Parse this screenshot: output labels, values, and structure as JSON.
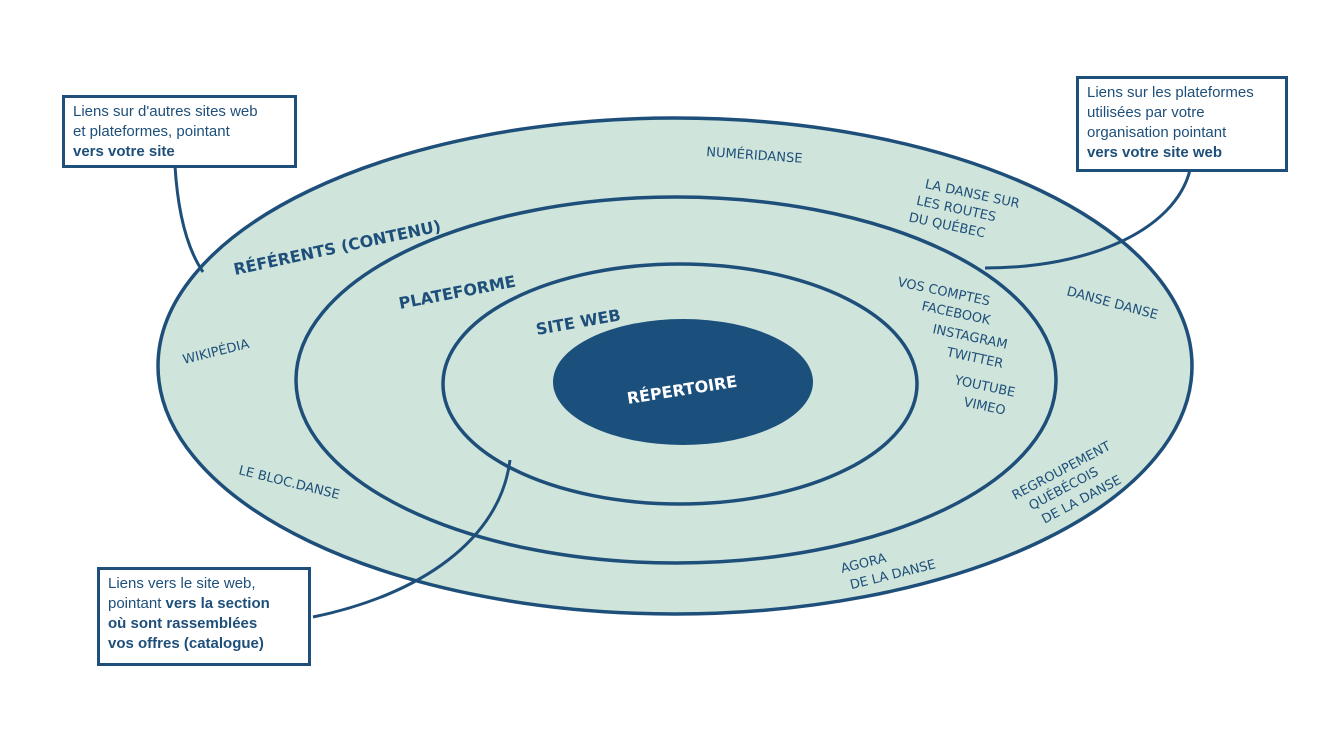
{
  "rings": {
    "outer_title": "RÉFÉRENTS (CONTENU)",
    "middle_title": "PLATEFORME",
    "inner_title": "SITE WEB",
    "center_title": "RÉPERTOIRE"
  },
  "outer_labels": {
    "numeridanse": "NUMÉRIDANSE",
    "danse_sur_routes": [
      "LA DANSE SUR",
      "LES ROUTES",
      "DU QUÉBEC"
    ],
    "danse_danse": "DANSE DANSE",
    "regroupement": [
      "REGROUPEMENT",
      "QUÉBÉCOIS",
      "DE LA DANSE"
    ],
    "agora": [
      "AGORA",
      "DE LA DANSE"
    ],
    "wikipedia": "WIKIPÉDIA",
    "bloc_danse": "LE BLOC.DANSE"
  },
  "platform_labels": [
    "VOS COMPTES",
    "FACEBOOK",
    "INSTAGRAM",
    "TWITTER",
    "YOUTUBE",
    "VIMEO"
  ],
  "callouts": {
    "left_top": {
      "line1": "Liens sur d'autres sites web",
      "line2": "et plateformes, pointant",
      "bold": "vers votre site"
    },
    "right_top": {
      "line1": "Liens sur les plateformes",
      "line2": "utilisées par votre",
      "line3": "organisation pointant",
      "bold": "vers votre site web"
    },
    "bottom": {
      "line1": "Liens vers le site web,",
      "line2_plain": "pointant ",
      "bold1": "vers la section",
      "bold2": "où sont rassemblées",
      "bold3": "vos offres (catalogue)"
    }
  },
  "colors": {
    "fill": "#cfe4da",
    "stroke": "#1e4f7a",
    "center": "#1b4f7c"
  }
}
